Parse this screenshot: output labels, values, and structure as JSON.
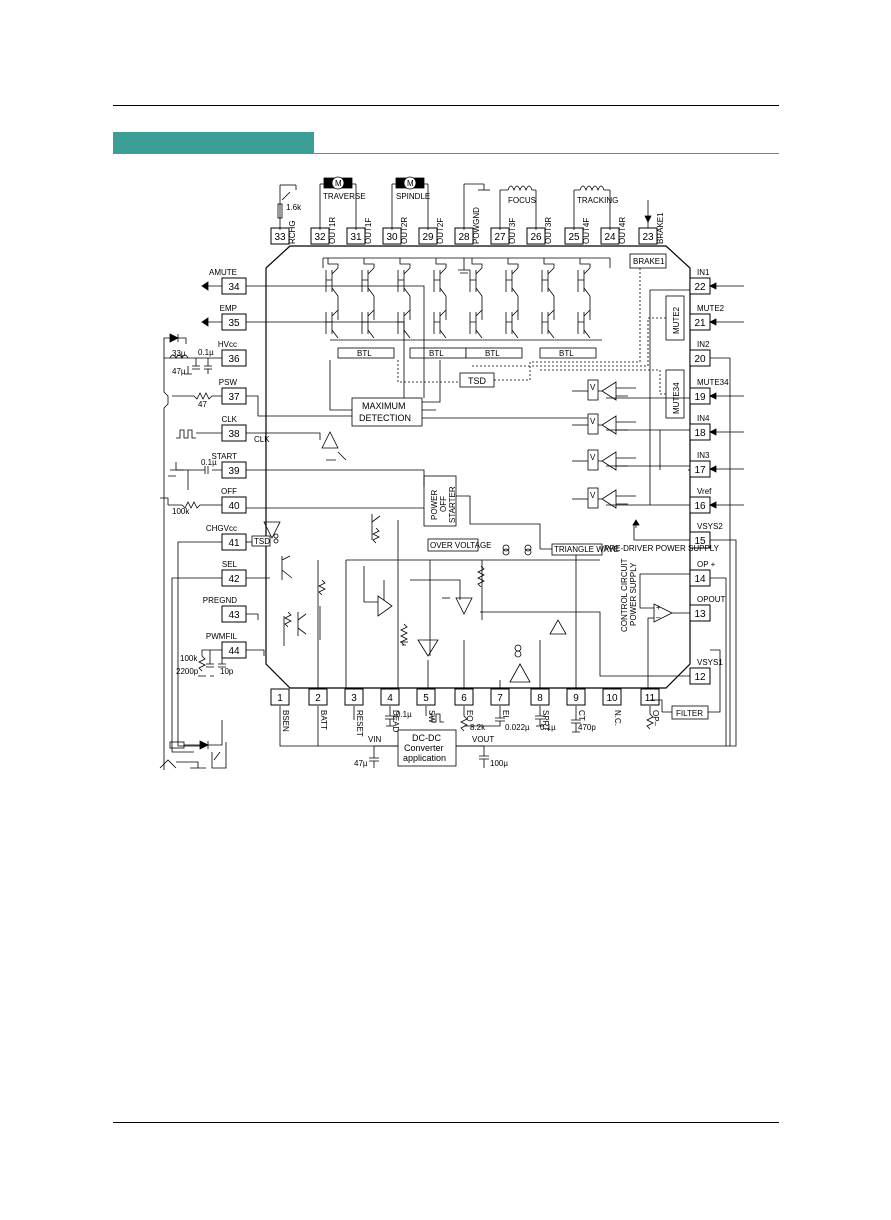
{
  "colors": {
    "accent_band": "#3b9e97",
    "ink": "#000000"
  },
  "pins": [
    {
      "num": "1",
      "name": "BSEN"
    },
    {
      "num": "2",
      "name": "BATT"
    },
    {
      "num": "3",
      "name": "RESET"
    },
    {
      "num": "4",
      "name": "DEAD"
    },
    {
      "num": "5",
      "name": "SW"
    },
    {
      "num": "6",
      "name": "EO"
    },
    {
      "num": "7",
      "name": "EI"
    },
    {
      "num": "8",
      "name": "SPRT"
    },
    {
      "num": "9",
      "name": "CT"
    },
    {
      "num": "10",
      "name": "N.C."
    },
    {
      "num": "11",
      "name": "OP–"
    },
    {
      "num": "12",
      "name": "VSYS1"
    },
    {
      "num": "13",
      "name": "OPOUT"
    },
    {
      "num": "14",
      "name": "OP +"
    },
    {
      "num": "15",
      "name": "VSYS2"
    },
    {
      "num": "16",
      "name": "Vref"
    },
    {
      "num": "17",
      "name": "IN3"
    },
    {
      "num": "18",
      "name": "IN4"
    },
    {
      "num": "19",
      "name": "MUTE34"
    },
    {
      "num": "20",
      "name": "IN2"
    },
    {
      "num": "21",
      "name": "MUTE2"
    },
    {
      "num": "22",
      "name": "IN1"
    },
    {
      "num": "23",
      "name": "BRAKE1"
    },
    {
      "num": "24",
      "name": "OUT4R"
    },
    {
      "num": "25",
      "name": "OUT4F"
    },
    {
      "num": "26",
      "name": "OUT3R"
    },
    {
      "num": "27",
      "name": "OUT3F"
    },
    {
      "num": "28",
      "name": "POWGND"
    },
    {
      "num": "29",
      "name": "OUT2F"
    },
    {
      "num": "30",
      "name": "OUT2R"
    },
    {
      "num": "31",
      "name": "OUT1F"
    },
    {
      "num": "32",
      "name": "OUT1R"
    },
    {
      "num": "33",
      "name": "RCHG"
    },
    {
      "num": "34",
      "name": "AMUTE"
    },
    {
      "num": "35",
      "name": "EMP"
    },
    {
      "num": "36",
      "name": "HVcc"
    },
    {
      "num": "37",
      "name": "PSW"
    },
    {
      "num": "38",
      "name": "CLK"
    },
    {
      "num": "39",
      "name": "START"
    },
    {
      "num": "40",
      "name": "OFF"
    },
    {
      "num": "41",
      "name": "CHGVcc"
    },
    {
      "num": "42",
      "name": "SEL"
    },
    {
      "num": "43",
      "name": "PREGND"
    },
    {
      "num": "44",
      "name": "PWMFIL"
    }
  ],
  "blocks": {
    "btl": "BTL",
    "tsd": "TSD",
    "max_detection_1": "MAXIMUM",
    "max_detection_2": "DETECTION",
    "power_off_1": "POWER",
    "power_off_2": "OFF",
    "power_off_3": "STARTER",
    "over_voltage": "OVER VOLTAGE",
    "triangle_wave": "TRIANGLE WAVE",
    "pre_driver": "PRE-DRIVER POWER SUPPLY",
    "control_1": "CONTROL CIRCUIT",
    "control_2": "POWER SUPPLY",
    "filter": "FILTER",
    "brake1": "BRAKE1",
    "mute2": "MUTE2",
    "mute34": "MUTE34",
    "tsd_small": "TSD",
    "clk": "CLK",
    "dcdc_1": "DC-DC",
    "dcdc_2": "Converter",
    "dcdc_3": "application"
  },
  "loads": {
    "traverse": "TRAVERSE",
    "spindle": "SPINDLE",
    "focus": "FOCUS",
    "tracking": "TRACKING",
    "motor_symbol": "M"
  },
  "components": {
    "r_1_6k": "1.6k",
    "c_33u": "33µ",
    "c_0_1u_a": "0.1µ",
    "c_47u_a": "47µ",
    "r_47": "47",
    "c_0_1u_b": "0.1µ",
    "r_100k_a": "100k",
    "r_100k_b": "100k",
    "c_2200p": "2200p",
    "c_10p": "10p",
    "c_0_1u_c": "0.1µ",
    "r_8_2k": "8.2k",
    "c_0_022u": "0.022µ",
    "c_0_1u_d": "0.1µ",
    "c_470p": "470p",
    "c_47u_b": "47µ",
    "c_100u": "100µ",
    "vin": "VIN",
    "vout": "VOUT"
  },
  "vref_labels": {
    "v": "V"
  }
}
